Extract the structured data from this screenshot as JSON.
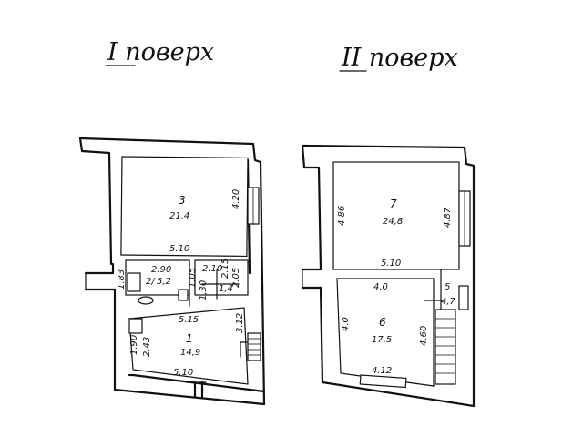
{
  "floors": [
    {
      "title": "І поверх",
      "rooms": [
        {
          "number": "3",
          "area": "21,4"
        },
        {
          "number": "2",
          "area": "5,2",
          "prefix": "2/"
        },
        {
          "number": "1",
          "area": "14,9"
        }
      ],
      "dims": {
        "r3_right": "4.20",
        "r3_bottom": "5.10",
        "left_wall": "1.83",
        "r2_top": "2.90",
        "r2_right_a": "2.10",
        "wc_label": "2.15",
        "small_b": "1,05",
        "small_c": "2.05",
        "r1_top": "5.15",
        "r1_right": "3.12",
        "r1_left_a": "1.90",
        "r1_left_b": "2.43",
        "r1_bottom": "5.10",
        "small_d": "1,4",
        "small_e": "1,30"
      }
    },
    {
      "title": "ІІ поверх",
      "rooms": [
        {
          "number": "7",
          "area": "24,8"
        },
        {
          "number": "6",
          "area": "17,5"
        },
        {
          "number": "5",
          "area": "4,7"
        }
      ],
      "dims": {
        "r7_left": "4.86",
        "r7_right": "4.87",
        "r7_bottom": "5.10",
        "r6_top": "4.0",
        "r6_left": "4.0",
        "r6_right": "4.60",
        "r6_bottom": "4.12"
      }
    }
  ]
}
